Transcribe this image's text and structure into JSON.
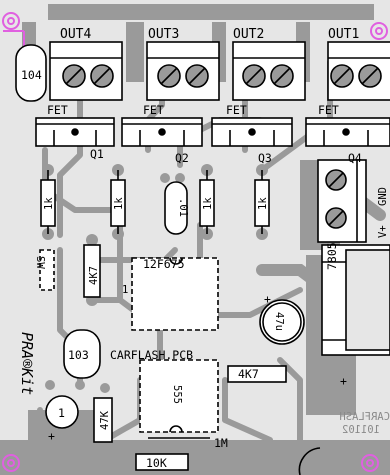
{
  "board": {
    "colors": {
      "substrate": "#e6e6e6",
      "copper": "#9a9a9a",
      "silkscreen": "#000000",
      "mounting_hole": "#e060e0",
      "bottom_text": "#8a8a8a"
    }
  },
  "outputs": [
    "OUT4",
    "OUT3",
    "OUT2",
    "OUT1"
  ],
  "fets": [
    "FET",
    "FET",
    "FET",
    "FET"
  ],
  "transistors": [
    "Q1",
    "Q2",
    "Q3",
    "Q4"
  ],
  "resistors_1k": [
    "1k",
    "1k",
    "1k",
    "1k"
  ],
  "components": {
    "cap_104": "104",
    "cap_01": ".01",
    "ic_12f675": "12F675",
    "pin1": "1",
    "sw": "SW",
    "r_4k7_left": "4K7",
    "regulator": "7805",
    "cap_47": "47u",
    "plus_cap": "+",
    "plus_reg": "+",
    "cap_103": "103",
    "pcb_name": "CARFLASH.PCB",
    "ic_555": "555",
    "r_4k7_bottom": "4K7",
    "r_47k": "47K",
    "r_1m": "1M",
    "r_10k": "10K",
    "cap_1": "1",
    "plus_left": "+",
    "brand": "PRA®Kit"
  },
  "power_terminal": {
    "gnd": "GND",
    "vplus": "V+"
  },
  "mirrored_text": {
    "line1": "CARFLASH",
    "line2": "101102"
  }
}
